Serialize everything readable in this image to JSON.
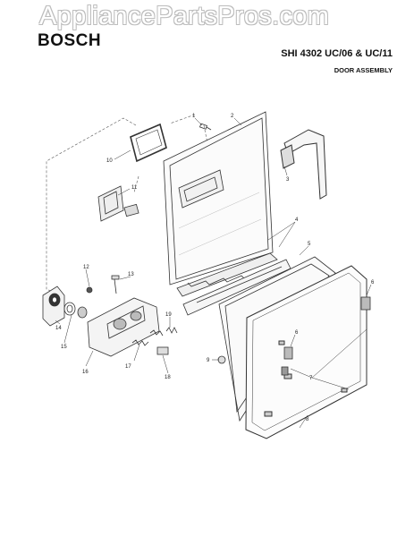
{
  "watermark": "AppliancePartsPros.com",
  "brand": "BOSCH",
  "model": "SHI 4302 UC/06 & UC/11",
  "section_title": "DOOR ASSEMBLY",
  "callouts": [
    "1",
    "2",
    "3",
    "4",
    "5",
    "6",
    "6",
    "7",
    "8",
    "9",
    "10",
    "11",
    "12",
    "13",
    "14",
    "15",
    "16",
    "17",
    "18",
    "19"
  ]
}
